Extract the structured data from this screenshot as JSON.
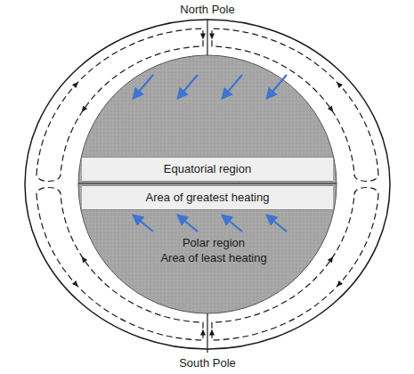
{
  "diagram": {
    "nodes": [
      {
        "text": [
          "Equatorial region"
        ]
      },
      {
        "text": [
          "Area of greatest heating"
        ]
      }
    ],
    "labels": [
      "North Pole",
      "Polar region",
      "Area of least heating",
      "South Pole"
    ]
  }
}
